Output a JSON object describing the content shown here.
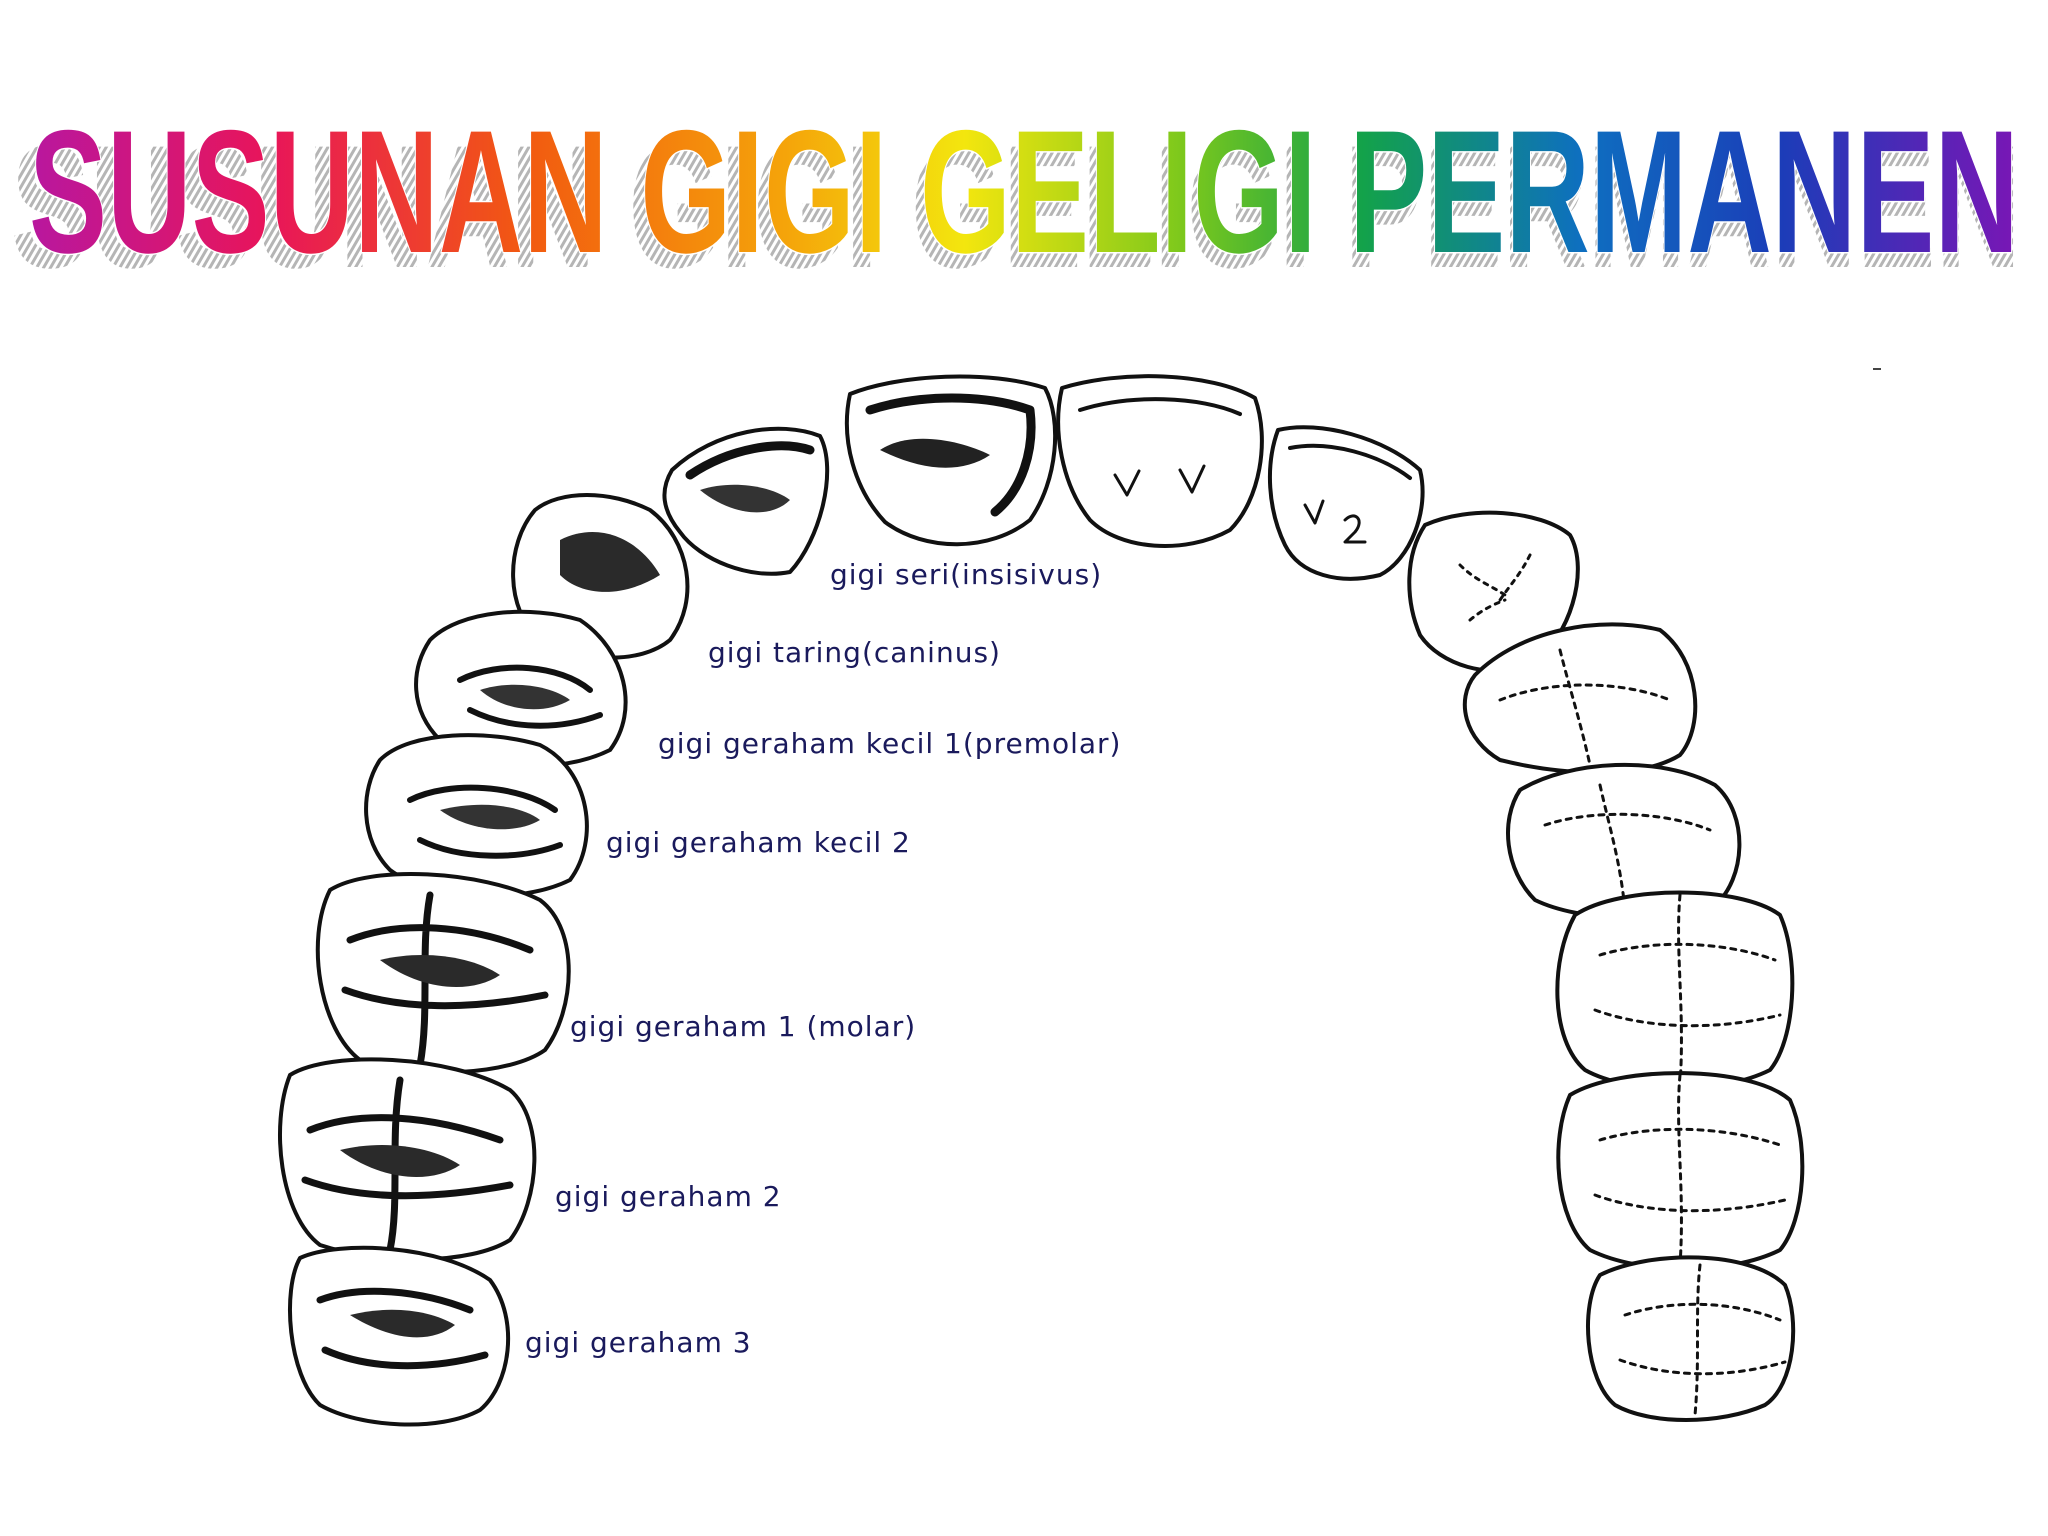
{
  "title": "SUSUNAN GIGI GELIGI PERMANEN",
  "colors": {
    "title_gradient": [
      "#b8179f",
      "#e8155a",
      "#f25a10",
      "#f5a40a",
      "#f3e60e",
      "#7cc81c",
      "#13a24a",
      "#0e6fc0",
      "#1b3db8",
      "#7a16b5"
    ],
    "title_shadow": "#b5b5b5",
    "label_color": "#1a1a5c",
    "tooth_outline": "#111111"
  },
  "labels": {
    "incisor": "gigi seri(insisivus)",
    "canine": "gigi taring(caninus)",
    "premolar1": "gigi geraham kecil 1(premolar)",
    "premolar2": "gigi geraham kecil 2",
    "molar1": "gigi geraham 1 (molar)",
    "molar2": "gigi geraham 2",
    "molar3": "gigi geraham 3"
  }
}
